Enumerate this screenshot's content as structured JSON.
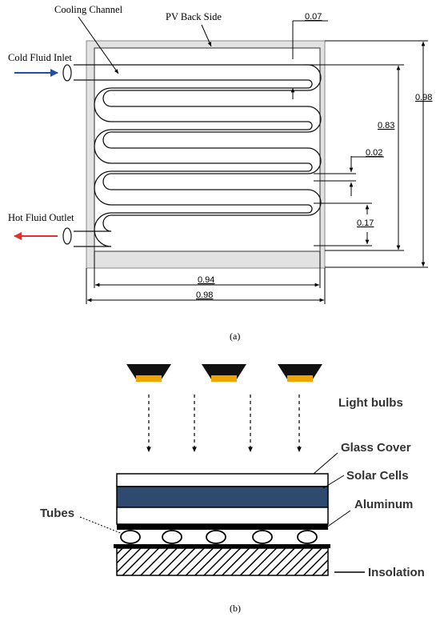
{
  "panel_a": {
    "labels": {
      "cooling_channel": "Cooling Channel",
      "pv_back_side": "PV Back Side",
      "cold_fluid_inlet": "Cold Fluid Inlet",
      "hot_fluid_outlet": "Hot Fluid Outlet"
    },
    "dimensions": {
      "channel_gap": "0.07",
      "wall_gap": "0.02",
      "pitch": "0.17",
      "inner_height": "0.83",
      "outer_height": "0.98",
      "inner_width": "0.94",
      "outer_width": "0.98"
    },
    "caption": "(a)"
  },
  "panel_b": {
    "labels": {
      "light_bulbs": "Light bulbs",
      "glass_cover": "Glass Cover",
      "solar_cells": "Solar Cells",
      "aluminum": "Aluminum",
      "tubes": "Tubes",
      "insolation": "Insolation"
    },
    "caption": "(b)"
  },
  "colors": {
    "panel_fill": "#e2e2e2",
    "inlet_arrow": "#1f4fa8",
    "outlet_arrow": "#e03030",
    "solar_cells": "#2e4a6e",
    "bulb_lamp": "#f0a400"
  }
}
